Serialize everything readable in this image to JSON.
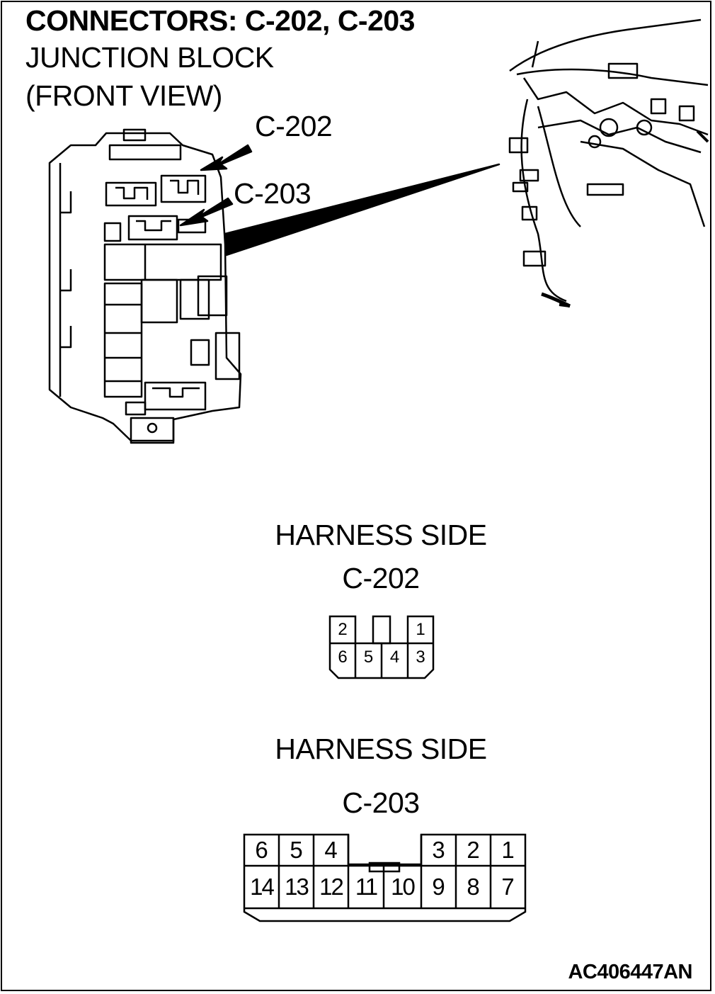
{
  "title": "CONNECTORS: C-202, C-203",
  "subtitle_1": "JUNCTION BLOCK",
  "subtitle_2": "(FRONT VIEW)",
  "callout_c202": "C-202",
  "callout_c203": "C-203",
  "c202_section": {
    "heading": "HARNESS SIDE",
    "name": "C-202",
    "top_pins": [
      "2",
      "1"
    ],
    "bottom_pins": [
      "6",
      "5",
      "4",
      "3"
    ]
  },
  "c203_section": {
    "heading": "HARNESS SIDE",
    "name": "C-203",
    "top_left_pins": [
      "6",
      "5",
      "4"
    ],
    "top_right_pins": [
      "3",
      "2",
      "1"
    ],
    "bottom_pins": [
      "14",
      "13",
      "12",
      "11",
      "10",
      "9",
      "8",
      "7"
    ]
  },
  "figure_code": "AC406447AN"
}
